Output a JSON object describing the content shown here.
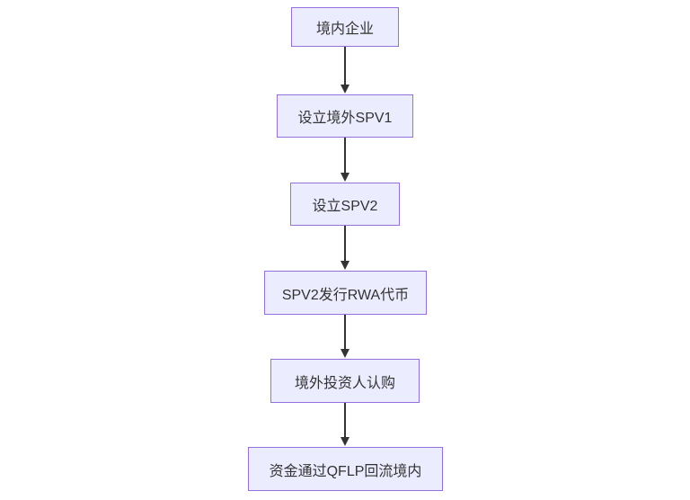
{
  "diagram": {
    "kind": "flowchart",
    "direction": "top-down",
    "nodes": [
      {
        "id": "A",
        "label": "境内企业"
      },
      {
        "id": "B",
        "label": "设立境外SPV1"
      },
      {
        "id": "C",
        "label": "设立SPV2"
      },
      {
        "id": "D",
        "label": "SPV2发行RWA代币"
      },
      {
        "id": "E",
        "label": "境外投资人认购"
      },
      {
        "id": "F",
        "label": "资金通过QFLP回流境内"
      }
    ],
    "edges": [
      {
        "from": "A",
        "to": "B"
      },
      {
        "from": "B",
        "to": "C"
      },
      {
        "from": "C",
        "to": "D"
      },
      {
        "from": "D",
        "to": "E"
      },
      {
        "from": "E",
        "to": "F"
      }
    ],
    "colors": {
      "node_fill": "#ECECFF",
      "node_border": "#9370DB",
      "node_text": "#333333",
      "arrow": "#333333",
      "background": "#FFFFFF"
    }
  }
}
